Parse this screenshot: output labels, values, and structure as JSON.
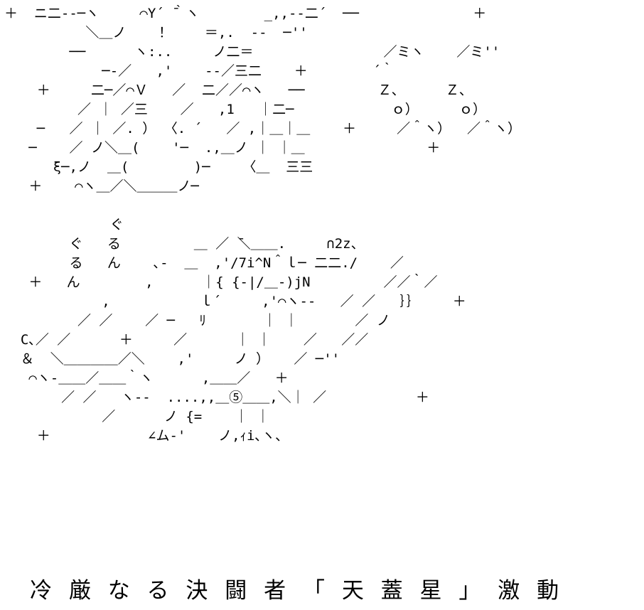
{
  "scene": {
    "description": "monochrome ascii-art scene on white background"
  },
  "ascii_art": {
    "lines": [
      "＋  ニ二--─ヽ     ⌒Y´ ̄｀ヽ        _,,--二´  ──              ＋",
      "          ＼＿ノ    ！    ＝,.  --  ─''",
      "        ──      ヽ:..     ノ二＝                ／ミヽ    ／ミ''",
      "            ─-／   ,'    --／三二    ＋        ´｀",
      "    ＋     二─／⌒Ｖ   ／  二／／⌒ヽ   ──         Ｚ、     Ｚ、",
      "         ／ ｜ ／三    ／   ,1   ｜二─            ｏ）     ｏ）",
      "    ─   ／ ｜ ／. ） 〈. ´   ／ ,｜＿｜＿    ＋     ／＾ヽ）  ／＾ヽ）",
      "   ─    ／ ノ＼＿(    '─  .,＿ノ ｜ ｜＿               ＋",
      "      ξ─,ノ  ＿(        )─    〈＿  三三",
      "   ＋    ⌒ヽ＿／＼＿＿＿ノ─",
      "",
      "             ぐ",
      "        ぐ   る         ＿ ／ ̄＼＿＿.     ∩2z、",
      "        る   ん    ､-  ＿  ,'/7i^N＾ｌ─ 二二./    ／",
      "   ＋   ん        ,      ｜{ {-|/＿-)jN         ／／｀／",
      "            ,           ｌ´     ,'⌒ヽ--   ／ ／   ｝｝    ＋",
      "         ／ ／    ／ ─   ﾘ       ｜ ｜       ／ ノ",
      "  C､／ ／      ＋     ／      ｜ ｜    ／   ／／",
      "  ＆  ＼＿＿＿＿／＼    ,'     ノ ）   ／ ─''",
      "   ⌒ヽ-＿＿／＿＿｀ヽ      ,＿＿／   ＋",
      "       ／ ／   ヽ--  ....,,＿⑤＿＿,＼｜ ／           ＋",
      "            ／      ノ {=    ｜ ｜",
      "    ＋            ∠ム-'    ノ,ｨi､ヽ、"
    ]
  },
  "caption": {
    "text": "冷 厳 な る 決 闘 者 「 天 蓋 星 」 激 動"
  }
}
